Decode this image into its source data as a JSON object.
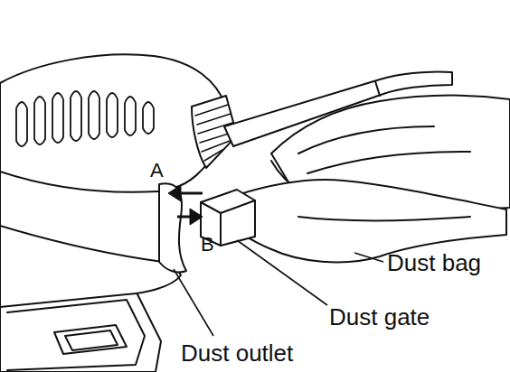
{
  "diagram": {
    "labels": [
      "A",
      "B",
      "Dust bag",
      "Dust gate",
      "Dust outlet"
    ]
  }
}
